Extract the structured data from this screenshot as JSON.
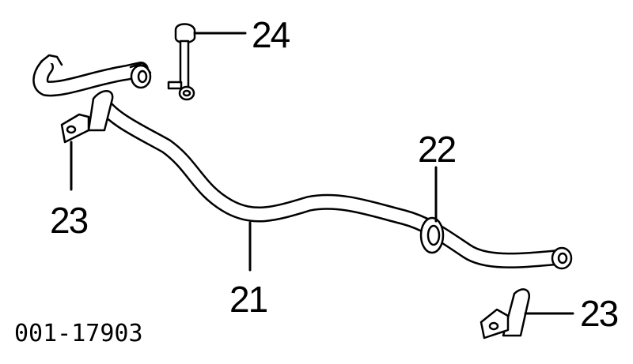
{
  "diagram": {
    "callouts": {
      "c24": "24",
      "c22": "22",
      "c23_left": "23",
      "c23_right": "23",
      "c21": "21"
    },
    "figure_id": "001-17903"
  }
}
